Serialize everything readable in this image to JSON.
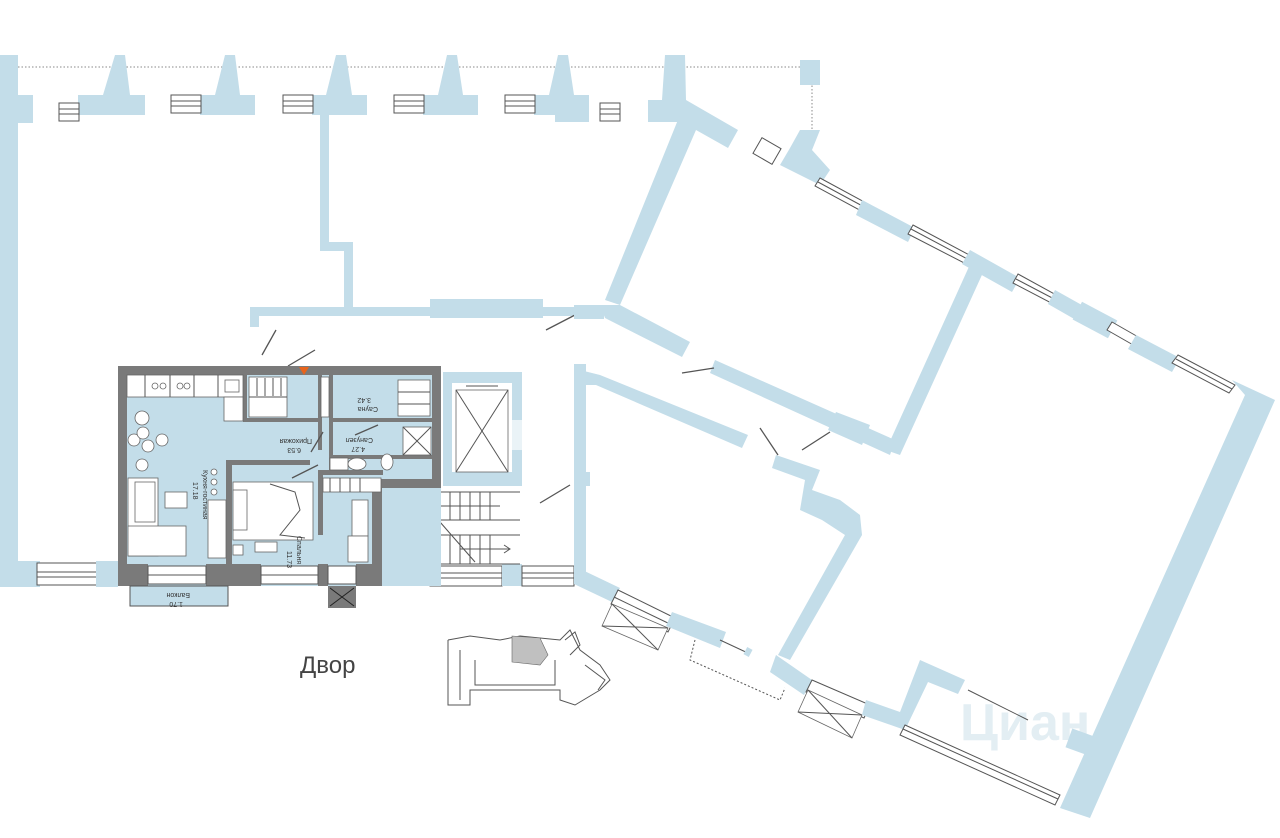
{
  "plan": {
    "yard_label": "Двор",
    "rooms": [
      {
        "name": "Кухня-гостиная",
        "area": "17.18"
      },
      {
        "name": "Прихожая",
        "area": "6.53"
      },
      {
        "name": "Сауна",
        "area": "3.42"
      },
      {
        "name": "Санузел",
        "area": "4.27"
      },
      {
        "name": "Спальня",
        "area": "11.73"
      },
      {
        "name": "Балкон",
        "area": "1.70"
      }
    ],
    "watermark": "Циан",
    "colors": {
      "wall": "#c3dde9",
      "apartment_wall": "#7a7a7a",
      "apartment_floor": "#c3dde9",
      "entrance_marker": "#e8641c"
    }
  }
}
